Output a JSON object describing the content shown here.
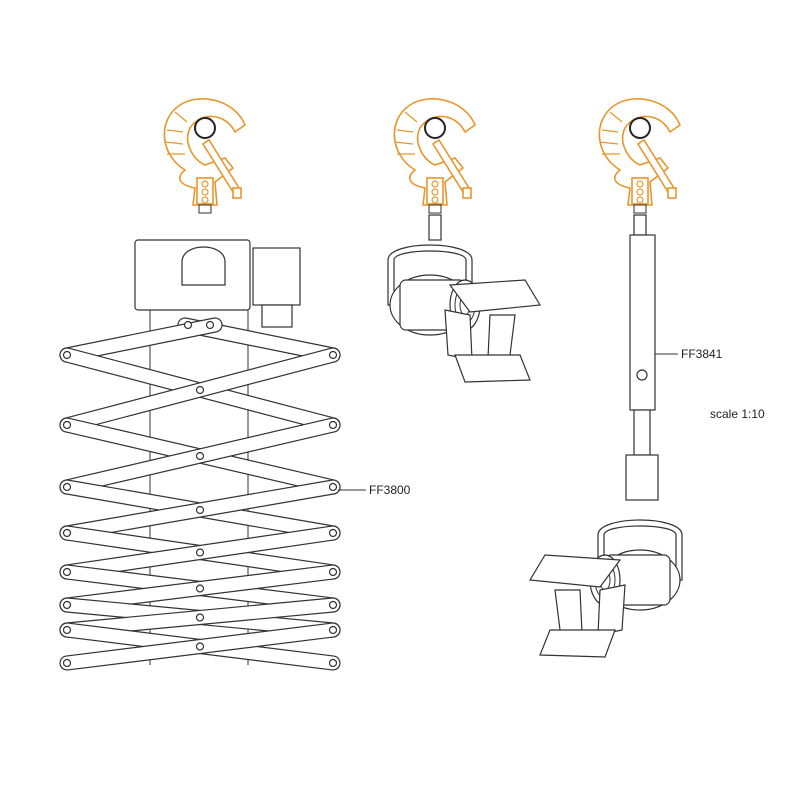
{
  "labels": {
    "pantograph": "FF3800",
    "telescopic": "FF3841",
    "scale": "scale 1:10"
  },
  "colors": {
    "clamp": "#e8962a",
    "line": "#333333"
  }
}
